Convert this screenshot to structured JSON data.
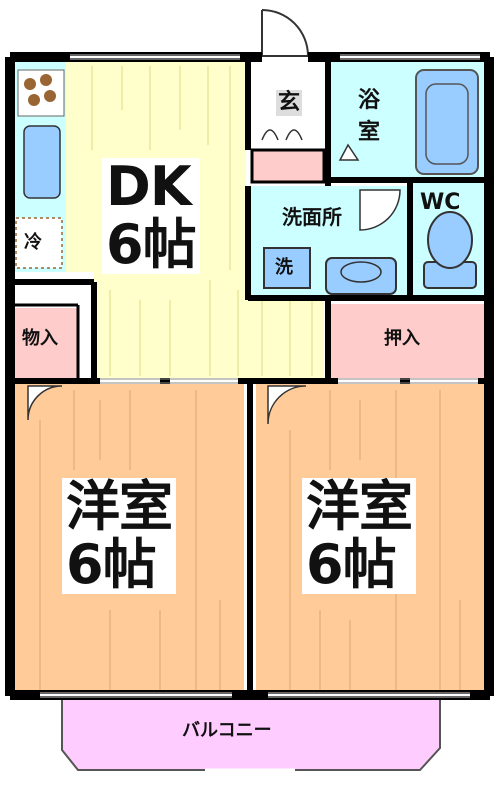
{
  "rooms": {
    "dk": {
      "line1": "DK",
      "line2": "6帖"
    },
    "western_left": {
      "line1": "洋室",
      "line2": "6帖"
    },
    "western_right": {
      "line1": "洋室",
      "line2": "6帖"
    },
    "entrance": "玄",
    "bathroom_line1": "浴",
    "bathroom_line2": "室",
    "washroom": "洗面所",
    "wc": "WC",
    "fridge": "冷",
    "storage": "物入",
    "closet": "押入",
    "washer": "洗",
    "balcony": "バルコニー"
  },
  "colors": {
    "wall": "#000000",
    "dk_floor": "#ffffcc",
    "western_floor": "#ffcc99",
    "wet_area": "#ccffff",
    "storage": "#ffcccc",
    "balcony": "#ffccff",
    "fixture_blue": "#99ccff"
  }
}
